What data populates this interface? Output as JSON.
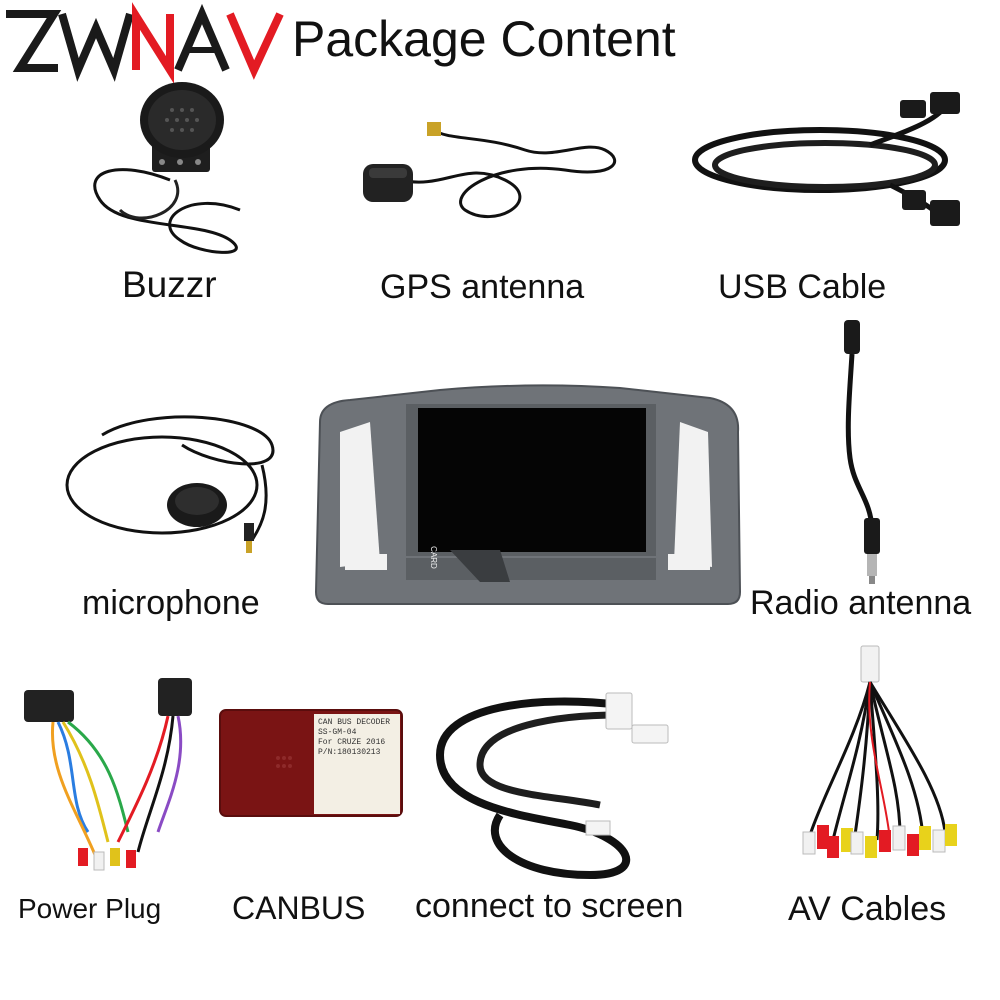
{
  "header": {
    "brand": "ZWNAV",
    "title": "Package Content",
    "brand_colors": {
      "dark": "#1a1a1a",
      "accent": "#e31b23"
    }
  },
  "items": [
    {
      "id": "buzzer",
      "label": "Buzzr",
      "icon": "buzzer-speaker-icon"
    },
    {
      "id": "gps",
      "label": "GPS antenna",
      "icon": "gps-antenna-icon"
    },
    {
      "id": "usb",
      "label": "USB Cable",
      "icon": "usb-cable-icon"
    },
    {
      "id": "mic",
      "label": "microphone",
      "icon": "microphone-icon"
    },
    {
      "id": "head_unit",
      "label": "",
      "icon": "head-unit-screen-icon",
      "screen_tag": "CARD"
    },
    {
      "id": "radio",
      "label": "Radio antenna",
      "icon": "radio-antenna-icon"
    },
    {
      "id": "power",
      "label": "Power Plug",
      "icon": "power-harness-icon"
    },
    {
      "id": "canbus",
      "label": "CANBUS",
      "icon": "canbus-decoder-icon",
      "box_text": [
        "CAN BUS DECODER",
        "SS-GM-04",
        "For CRUZE 2016",
        "P/N:180130213"
      ]
    },
    {
      "id": "screen",
      "label": "connect to screen",
      "icon": "screen-cable-icon"
    },
    {
      "id": "av",
      "label": "AV Cables",
      "icon": "av-cables-icon"
    }
  ]
}
